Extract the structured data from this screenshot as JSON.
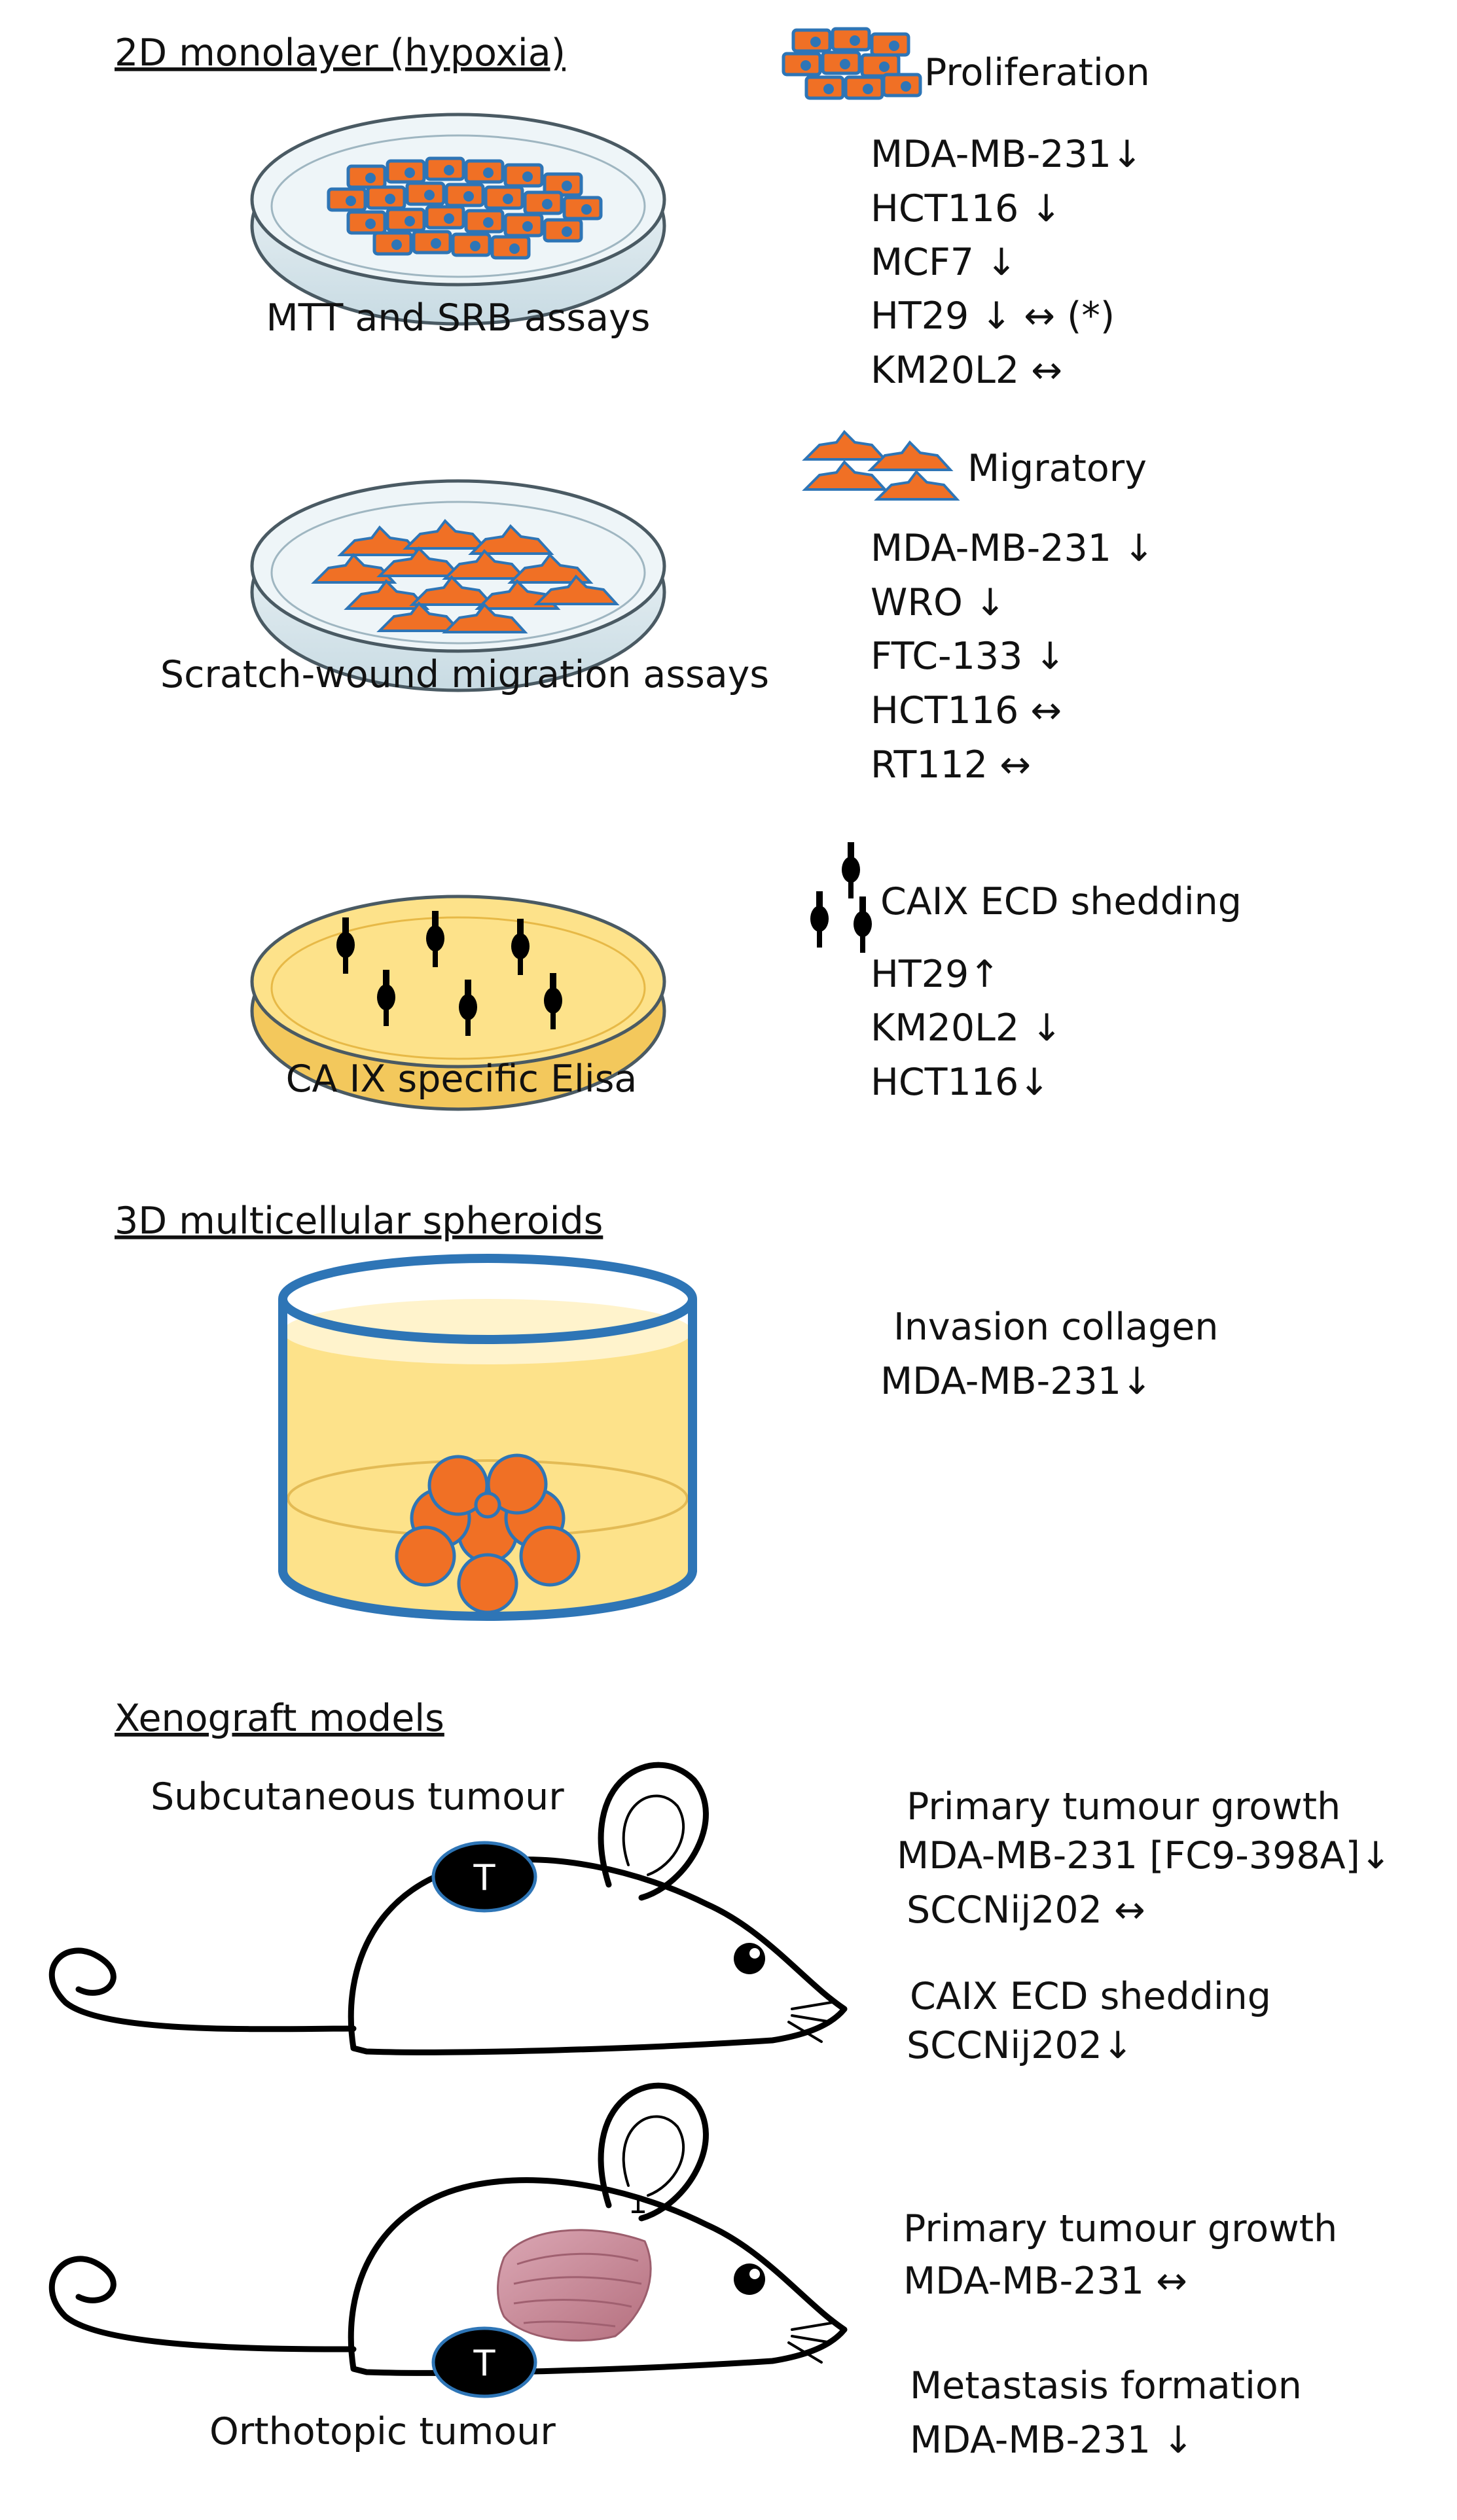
{
  "figure": {
    "sections": {
      "monolayer_2d": "2D monolayer (hypoxia)",
      "spheroids_3d": "3D multicellular spheroids",
      "xenograft": "Xenograft models"
    },
    "assays": {
      "proliferation_assay": "MTT and SRB assays",
      "migration_assay": "Scratch-wound migration assays",
      "elisa_assay": "CA IX specific Elisa",
      "subcutaneous": "Subcutaneous tumour",
      "orthotopic": "Orthotopic tumour",
      "tumour_marker": "T"
    },
    "proliferation": {
      "title": "Proliferation",
      "items": [
        "MDA-MB-231↓",
        "HCT116 ↓",
        "MCF7 ↓",
        "HT29 ↓ ↔ (*)",
        "KM20L2 ↔"
      ]
    },
    "migratory": {
      "title": "Migratory",
      "items": [
        "MDA-MB-231 ↓",
        "WRO ↓",
        "FTC-133  ↓",
        "HCT116  ↔",
        "RT112 ↔"
      ]
    },
    "shedding": {
      "title": "CAIX ECD shedding",
      "items": [
        "HT29↑",
        "KM20L2  ↓",
        "HCT116↓"
      ]
    },
    "invasion": {
      "title": "Invasion collagen",
      "items": [
        "MDA-MB-231↓"
      ]
    },
    "subcutaneous_results": {
      "growth_title": "Primary tumour growth",
      "growth_items": [
        "MDA-MB-231 [FC9-398A]↓",
        "SCCNij202  ↔"
      ],
      "shedding_title": "CAIX ECD shedding",
      "shedding_items": [
        "SCCNij202↓"
      ]
    },
    "orthotopic_results": {
      "growth_title": "Primary tumour growth",
      "growth_items": [
        "MDA-MB-231 ↔"
      ],
      "metastasis_title": "Metastasis formation",
      "metastasis_items": [
        "MDA-MB-231  ↓"
      ]
    },
    "colors": {
      "cell_orange": "#f07025",
      "cell_outline": "#2e75b6",
      "medium_yellow": "#fde28a",
      "dish_glass": "#dce9ef",
      "marker_black": "#000000",
      "tissue_pink": "#c98a9a"
    }
  }
}
